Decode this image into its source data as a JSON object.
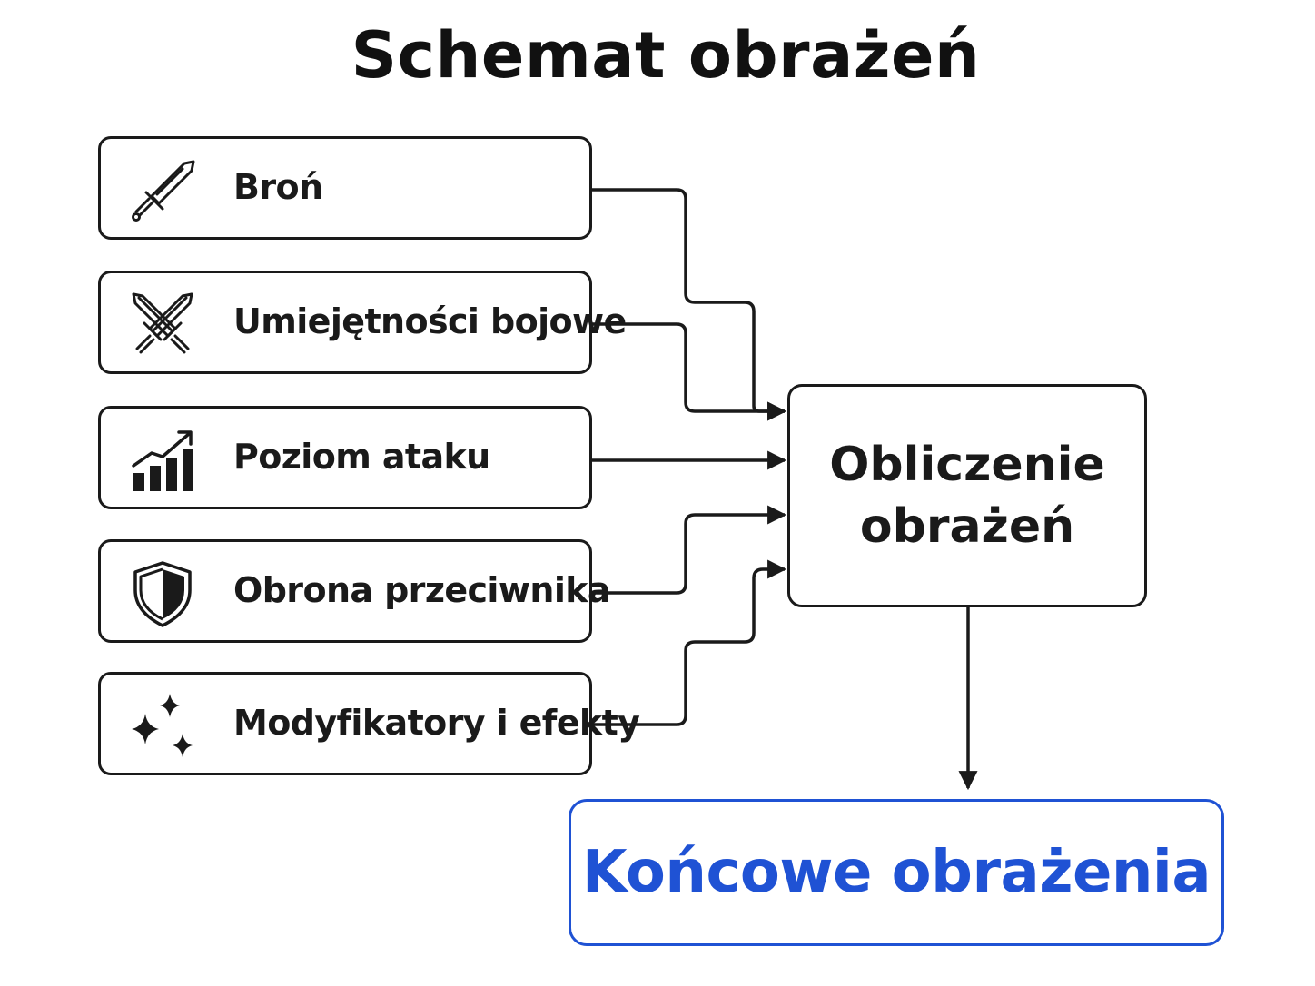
{
  "title": "Schemat obrażeń",
  "inputs": [
    {
      "label": "Broń",
      "icon": "sword-icon"
    },
    {
      "label": "Umiejętności bojowe",
      "icon": "crossed-swords-icon"
    },
    {
      "label": "Poziom ataku",
      "icon": "bar-chart-rising-icon"
    },
    {
      "label": "Obrona przeciwnika",
      "icon": "shield-icon"
    },
    {
      "label": "Modyfikatory i efekty",
      "icon": "sparkles-icon"
    }
  ],
  "calculation": {
    "label": "Obliczenie obrażeń"
  },
  "result": {
    "label": "Końcowe obrażenia"
  },
  "colors": {
    "line": "#1a1a1a",
    "result_accent": "#1f52d4",
    "background": "#ffffff"
  }
}
